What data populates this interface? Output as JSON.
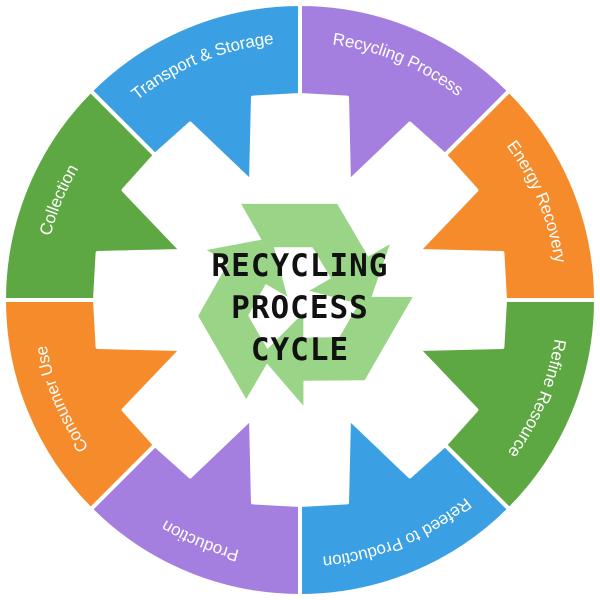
{
  "diagram": {
    "center_title_lines": [
      "RECYCLING",
      "PROCESS",
      "CYCLE"
    ],
    "recycle_symbol_color": "#9ad486",
    "segments": [
      {
        "label": "Recycling Process",
        "color": "#a57fe0"
      },
      {
        "label": "Energy Recovery",
        "color": "#f58b2a"
      },
      {
        "label": "Refine Resource",
        "color": "#5ea843"
      },
      {
        "label": "Refeed to Production",
        "color": "#3a9fe3"
      },
      {
        "label": "Production",
        "color": "#a57fe0"
      },
      {
        "label": "Consumer Use",
        "color": "#f58b2a"
      },
      {
        "label": "Collection",
        "color": "#5ea843"
      },
      {
        "label": "Transport & Storage",
        "color": "#3a9fe3"
      }
    ]
  }
}
